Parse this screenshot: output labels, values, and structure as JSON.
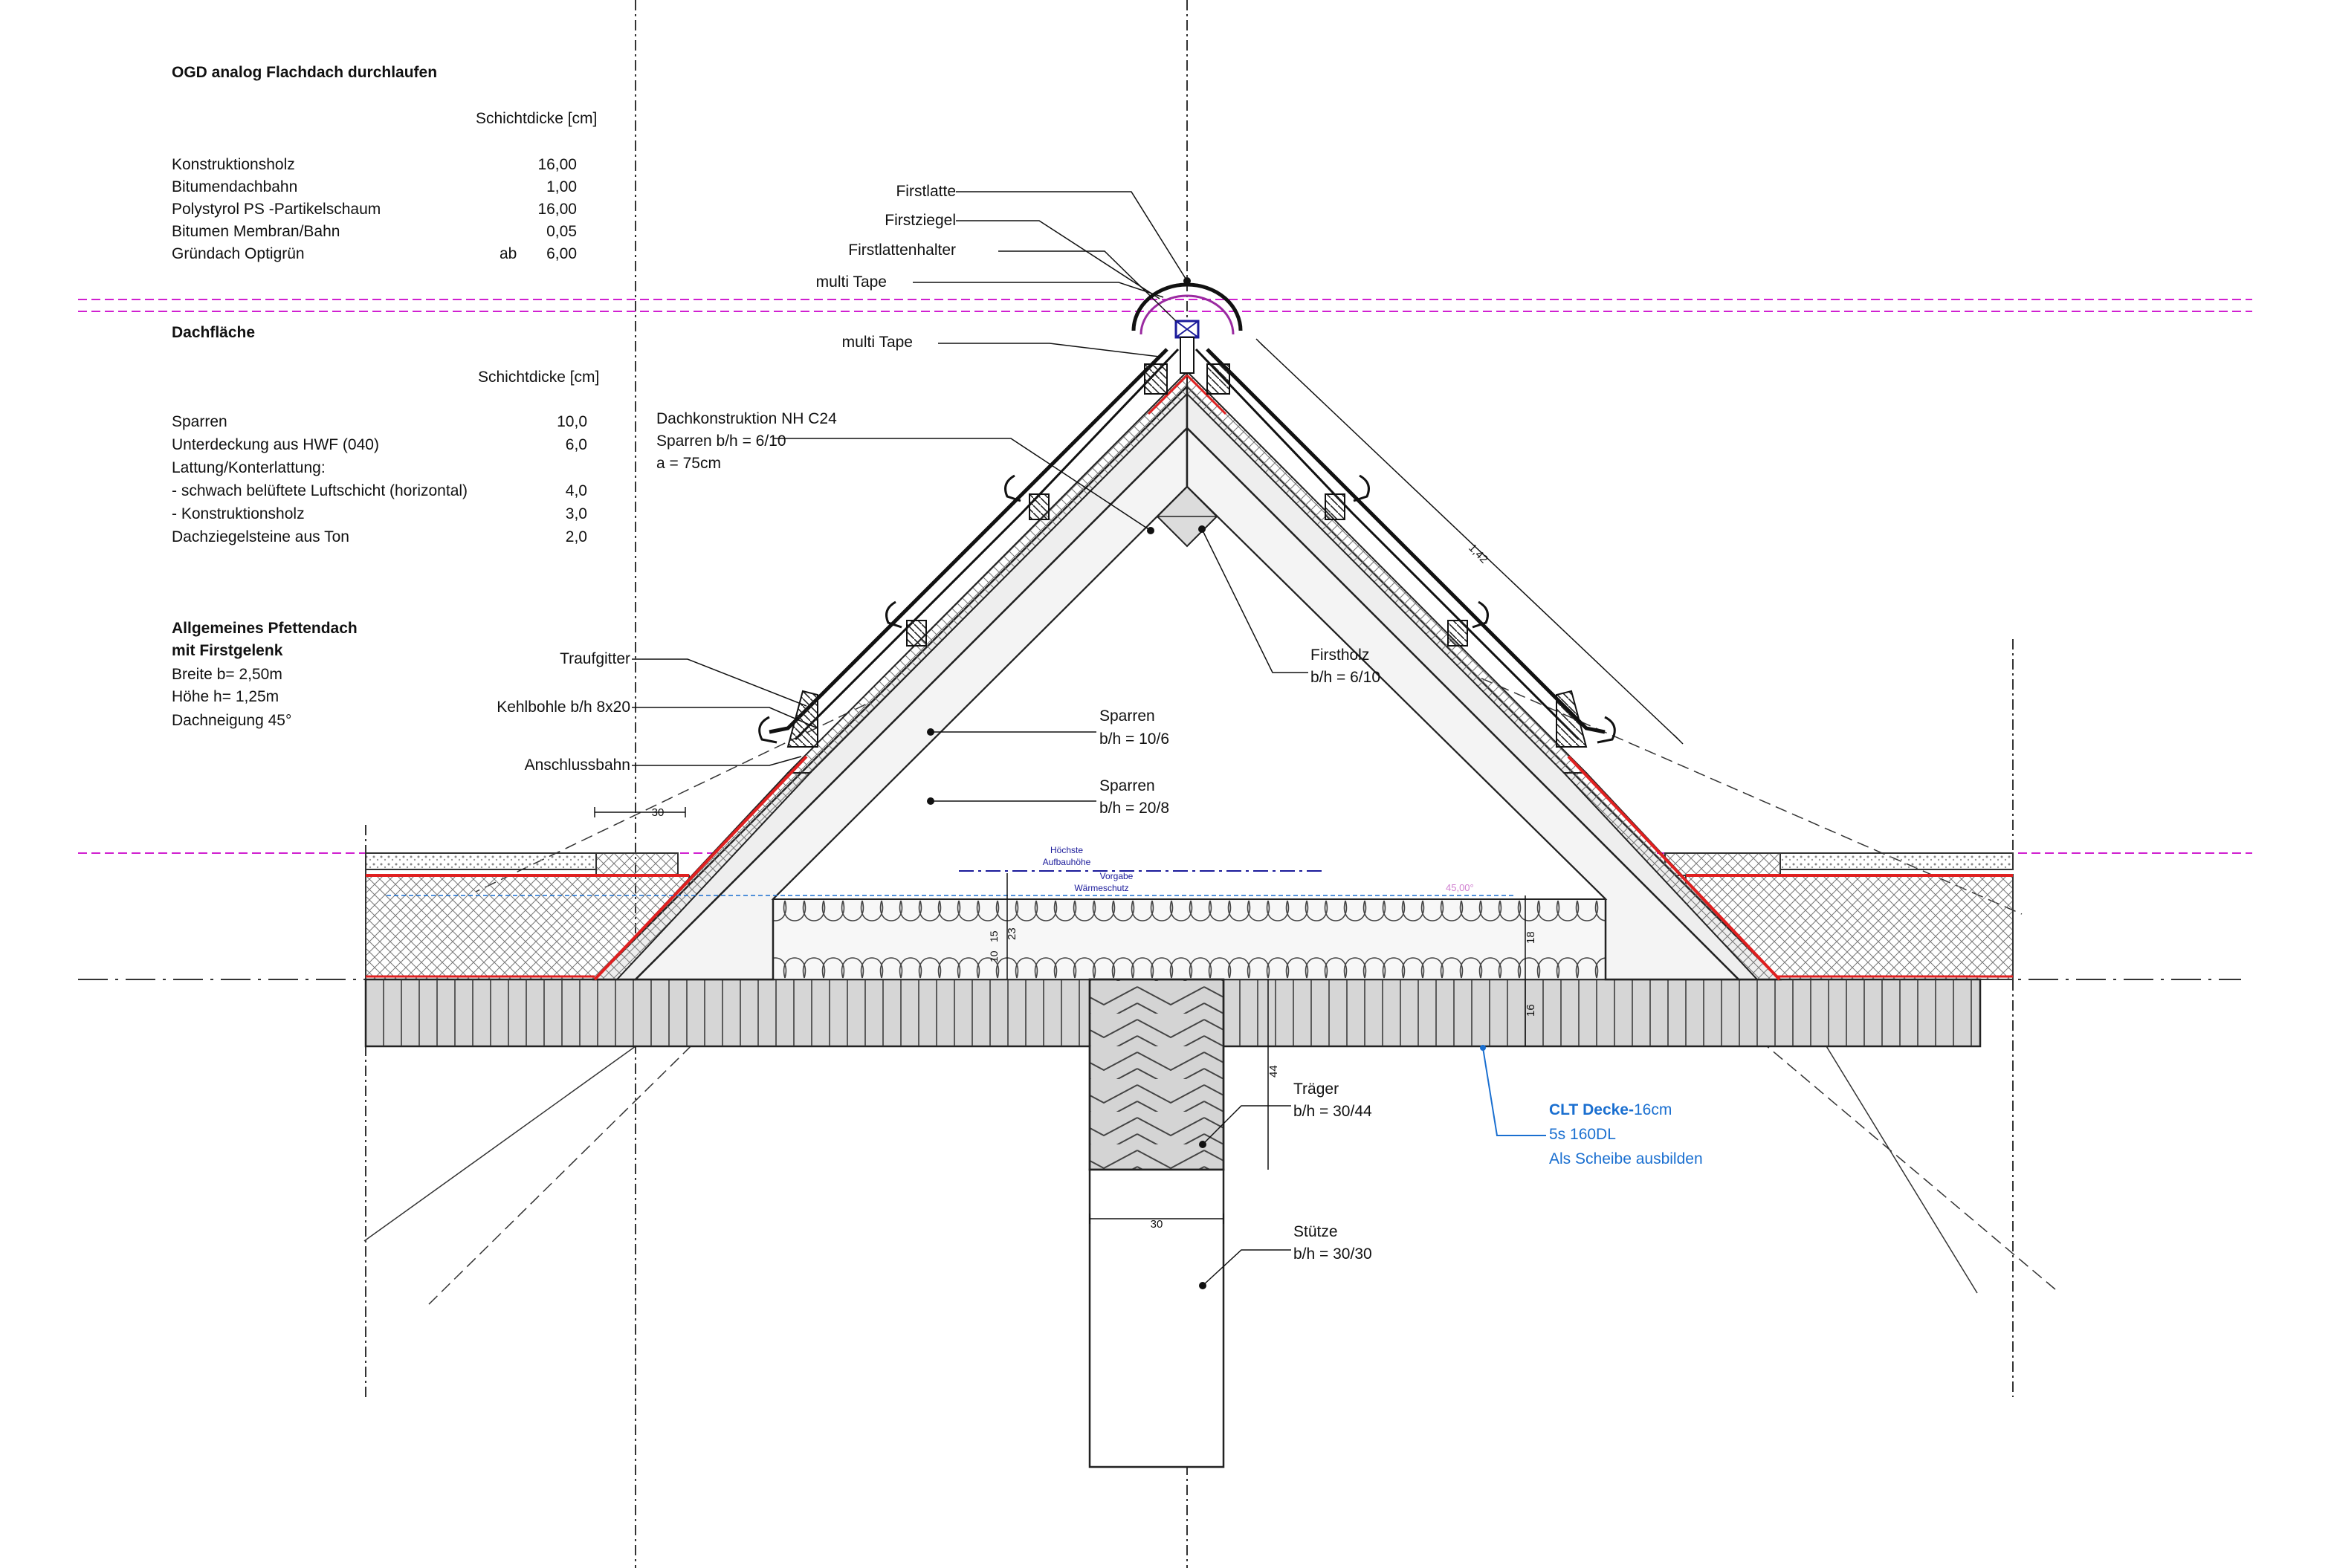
{
  "flat_roof": {
    "title": "OGD analog Flachdach durchlaufen",
    "thickness_header": "Schichtdicke [cm]",
    "layers": [
      {
        "name": "Konstruktionsholz",
        "prefix": "",
        "value": "16,00"
      },
      {
        "name": "Bitumendachbahn",
        "prefix": "",
        "value": "1,00"
      },
      {
        "name": "Polystyrol PS -Partikelschaum",
        "prefix": "",
        "value": "16,00"
      },
      {
        "name": "Bitumen Membran/Bahn",
        "prefix": "",
        "value": "0,05"
      },
      {
        "name": "Gründach Optigrün",
        "prefix": "ab",
        "value": "6,00"
      }
    ]
  },
  "roof_surface": {
    "title": "Dachfläche",
    "thickness_header": "Schichtdicke [cm]",
    "layers": [
      {
        "name": "Sparren",
        "value": "10,0"
      },
      {
        "name": "Unterdeckung aus HWF (040)",
        "value": "6,0"
      },
      {
        "name": "Lattung/Konterlattung:",
        "value": ""
      },
      {
        "name": "- schwach belüftete Luftschicht (horizontal)",
        "value": "4,0"
      },
      {
        "name": "- Konstruktionsholz",
        "value": "3,0"
      },
      {
        "name": "Dachziegelsteine aus Ton",
        "value": "2,0"
      }
    ]
  },
  "purlin_roof": {
    "title_line1": "Allgemeines Pfettendach",
    "title_line2": "mit Firstgelenk",
    "width": "Breite b= 2,50m",
    "height": "Höhe h= 1,25m",
    "pitch": "Dachneigung 45°"
  },
  "labels": {
    "firstlatte": "Firstlatte",
    "firstziegel": "Firstziegel",
    "firstlattenhalter": "Firstlattenhalter",
    "multi_tape_1": "multi Tape",
    "multi_tape_2": "multi Tape",
    "construction_1": "Dachkonstruktion NH C24",
    "construction_2": "Sparren b/h = 6/10",
    "construction_3": "a = 75cm",
    "traufgitter": "Traufgitter",
    "kehlbohle": "Kehlbohle b/h 8x20",
    "anschlussbahn": "Anschlussbahn",
    "firstholz_1": "Firstholz",
    "firstholz_2": "b/h = 6/10",
    "sparren_a_1": "Sparren",
    "sparren_a_2": "b/h = 10/6",
    "sparren_b_1": "Sparren",
    "sparren_b_2": "b/h = 20/8",
    "traeger_1": "Träger",
    "traeger_2": "b/h = 30/44",
    "stuetze_1": "Stütze",
    "stuetze_2": "b/h = 30/30",
    "clt_bold": "CLT Decke-",
    "clt_rest": "16cm",
    "clt_2": "5s 160DL",
    "clt_3": "Als Scheibe ausbilden",
    "hoechste_1": "Höchste",
    "hoechste_2": "Aufbauhöhe",
    "vorgabe_1": "Vorgabe",
    "vorgabe_2": "Wärmeschutz",
    "angle": "45,00°"
  },
  "dimensions": {
    "slope_length": "1,42",
    "eave_width": "30",
    "upstand": "23",
    "insulation": "18",
    "slab": "16",
    "beam_depth": "44",
    "column_width": "30",
    "small_a": "10",
    "small_b": "15"
  },
  "colors": {
    "red": "#e02020",
    "magenta": "#d020d0",
    "blue_callout": "#1a6fd0",
    "navy": "#1a1a9a",
    "timber": "#eeeeee",
    "clt": "#d6d6d6",
    "insulation": "#f7f7f7"
  }
}
